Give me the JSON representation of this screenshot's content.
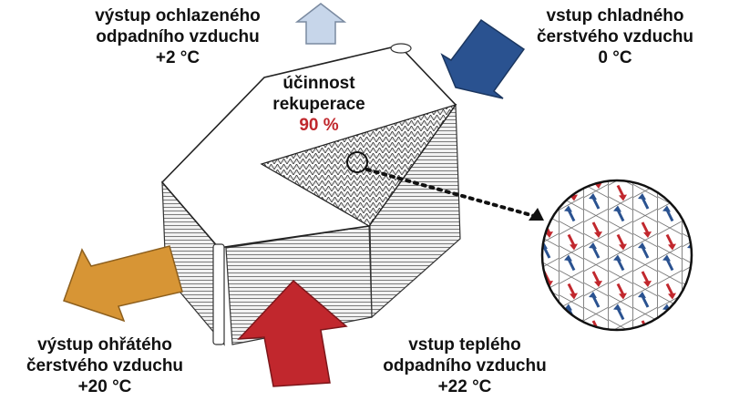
{
  "colors": {
    "outlet_exhaust_arrow": "#c7d6ea",
    "inlet_fresh_arrow": "#2a5290",
    "outlet_fresh_arrow": "#d79535",
    "inlet_warm_arrow": "#c1272d",
    "efficiency_value": "#c0282d",
    "detail_up_arrow": "#c1272d",
    "detail_down_arrow": "#2a5290"
  },
  "labels": {
    "outlet_exhaust": {
      "line1": "výstup ochlazeného",
      "line2": "odpadního vzduchu",
      "temp": "+2 °C"
    },
    "inlet_fresh": {
      "line1": "vstup chladného",
      "line2": "čerstvého vzduchu",
      "temp": "0 °C"
    },
    "efficiency": {
      "line1": "účinnost",
      "line2": "rekuperace",
      "value": "90 %"
    },
    "outlet_fresh": {
      "line1": "výstup ohřátého",
      "line2": "čerstvého vzduchu",
      "temp": "+20 °C"
    },
    "inlet_warm": {
      "line1": "vstup teplého",
      "line2": "odpadního vzduchu",
      "temp": "+22 °C"
    }
  },
  "icons": {
    "heat_exchanger": "plate-heat-exchanger-icon",
    "detail": "magnified-channel-detail-icon"
  }
}
